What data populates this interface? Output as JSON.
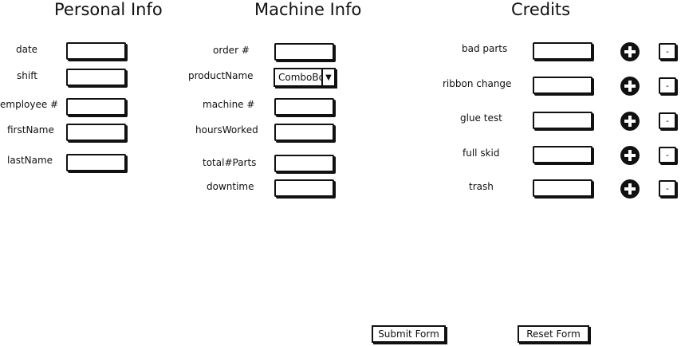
{
  "personal": {
    "heading": "Personal Info",
    "date_label": "date",
    "shift_label": "shift",
    "employee_label": "employee #",
    "firstname_label": "firstName",
    "lastname_label": "lastName"
  },
  "machine": {
    "heading": "Machine Info",
    "order_label": "order #",
    "product_label": "productName",
    "product_combo_value": "ComboBox",
    "machine_label": "machine #",
    "hours_label": "hoursWorked",
    "total_parts_label": "total#Parts",
    "downtime_label": "downtime"
  },
  "credits": {
    "heading": "Credits",
    "items": [
      {
        "label": "bad parts"
      },
      {
        "label": "ribbon change"
      },
      {
        "label": "glue test"
      },
      {
        "label": "full skid"
      },
      {
        "label": "trash"
      }
    ],
    "minus_label": "-"
  },
  "actions": {
    "submit_label": "Submit Form",
    "reset_label": "Reset Form"
  }
}
